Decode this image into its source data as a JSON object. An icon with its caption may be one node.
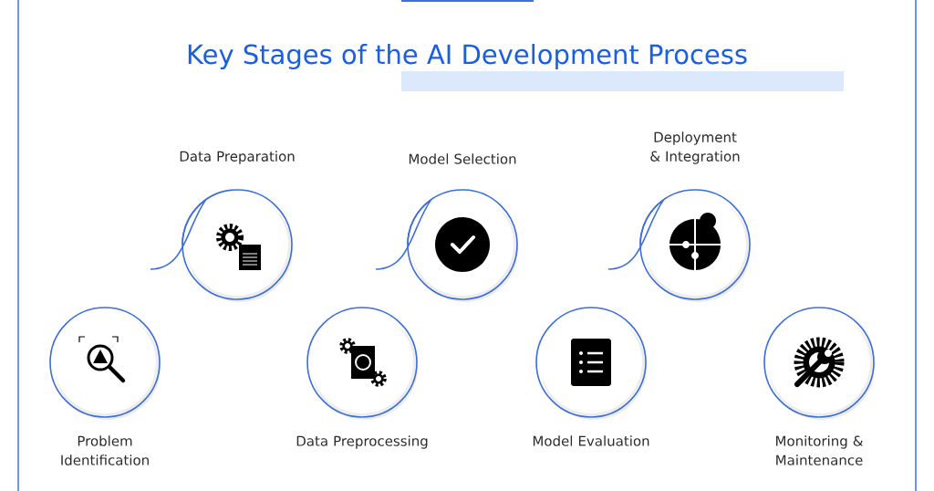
{
  "diagram": {
    "title": "Key Stages of the AI Development Process",
    "nodes": [
      {
        "text": [
          "Problem Identification"
        ]
      },
      {
        "text": [
          "Data Preparation"
        ]
      },
      {
        "text": [
          "Data Preprocessing"
        ]
      },
      {
        "text": [
          "Model Selection"
        ]
      },
      {
        "text": [
          "Model Evaluation"
        ]
      },
      {
        "text": [
          "Deployment & Integration"
        ]
      },
      {
        "text": [
          "Monitoring & Maintenance"
        ]
      }
    ]
  }
}
